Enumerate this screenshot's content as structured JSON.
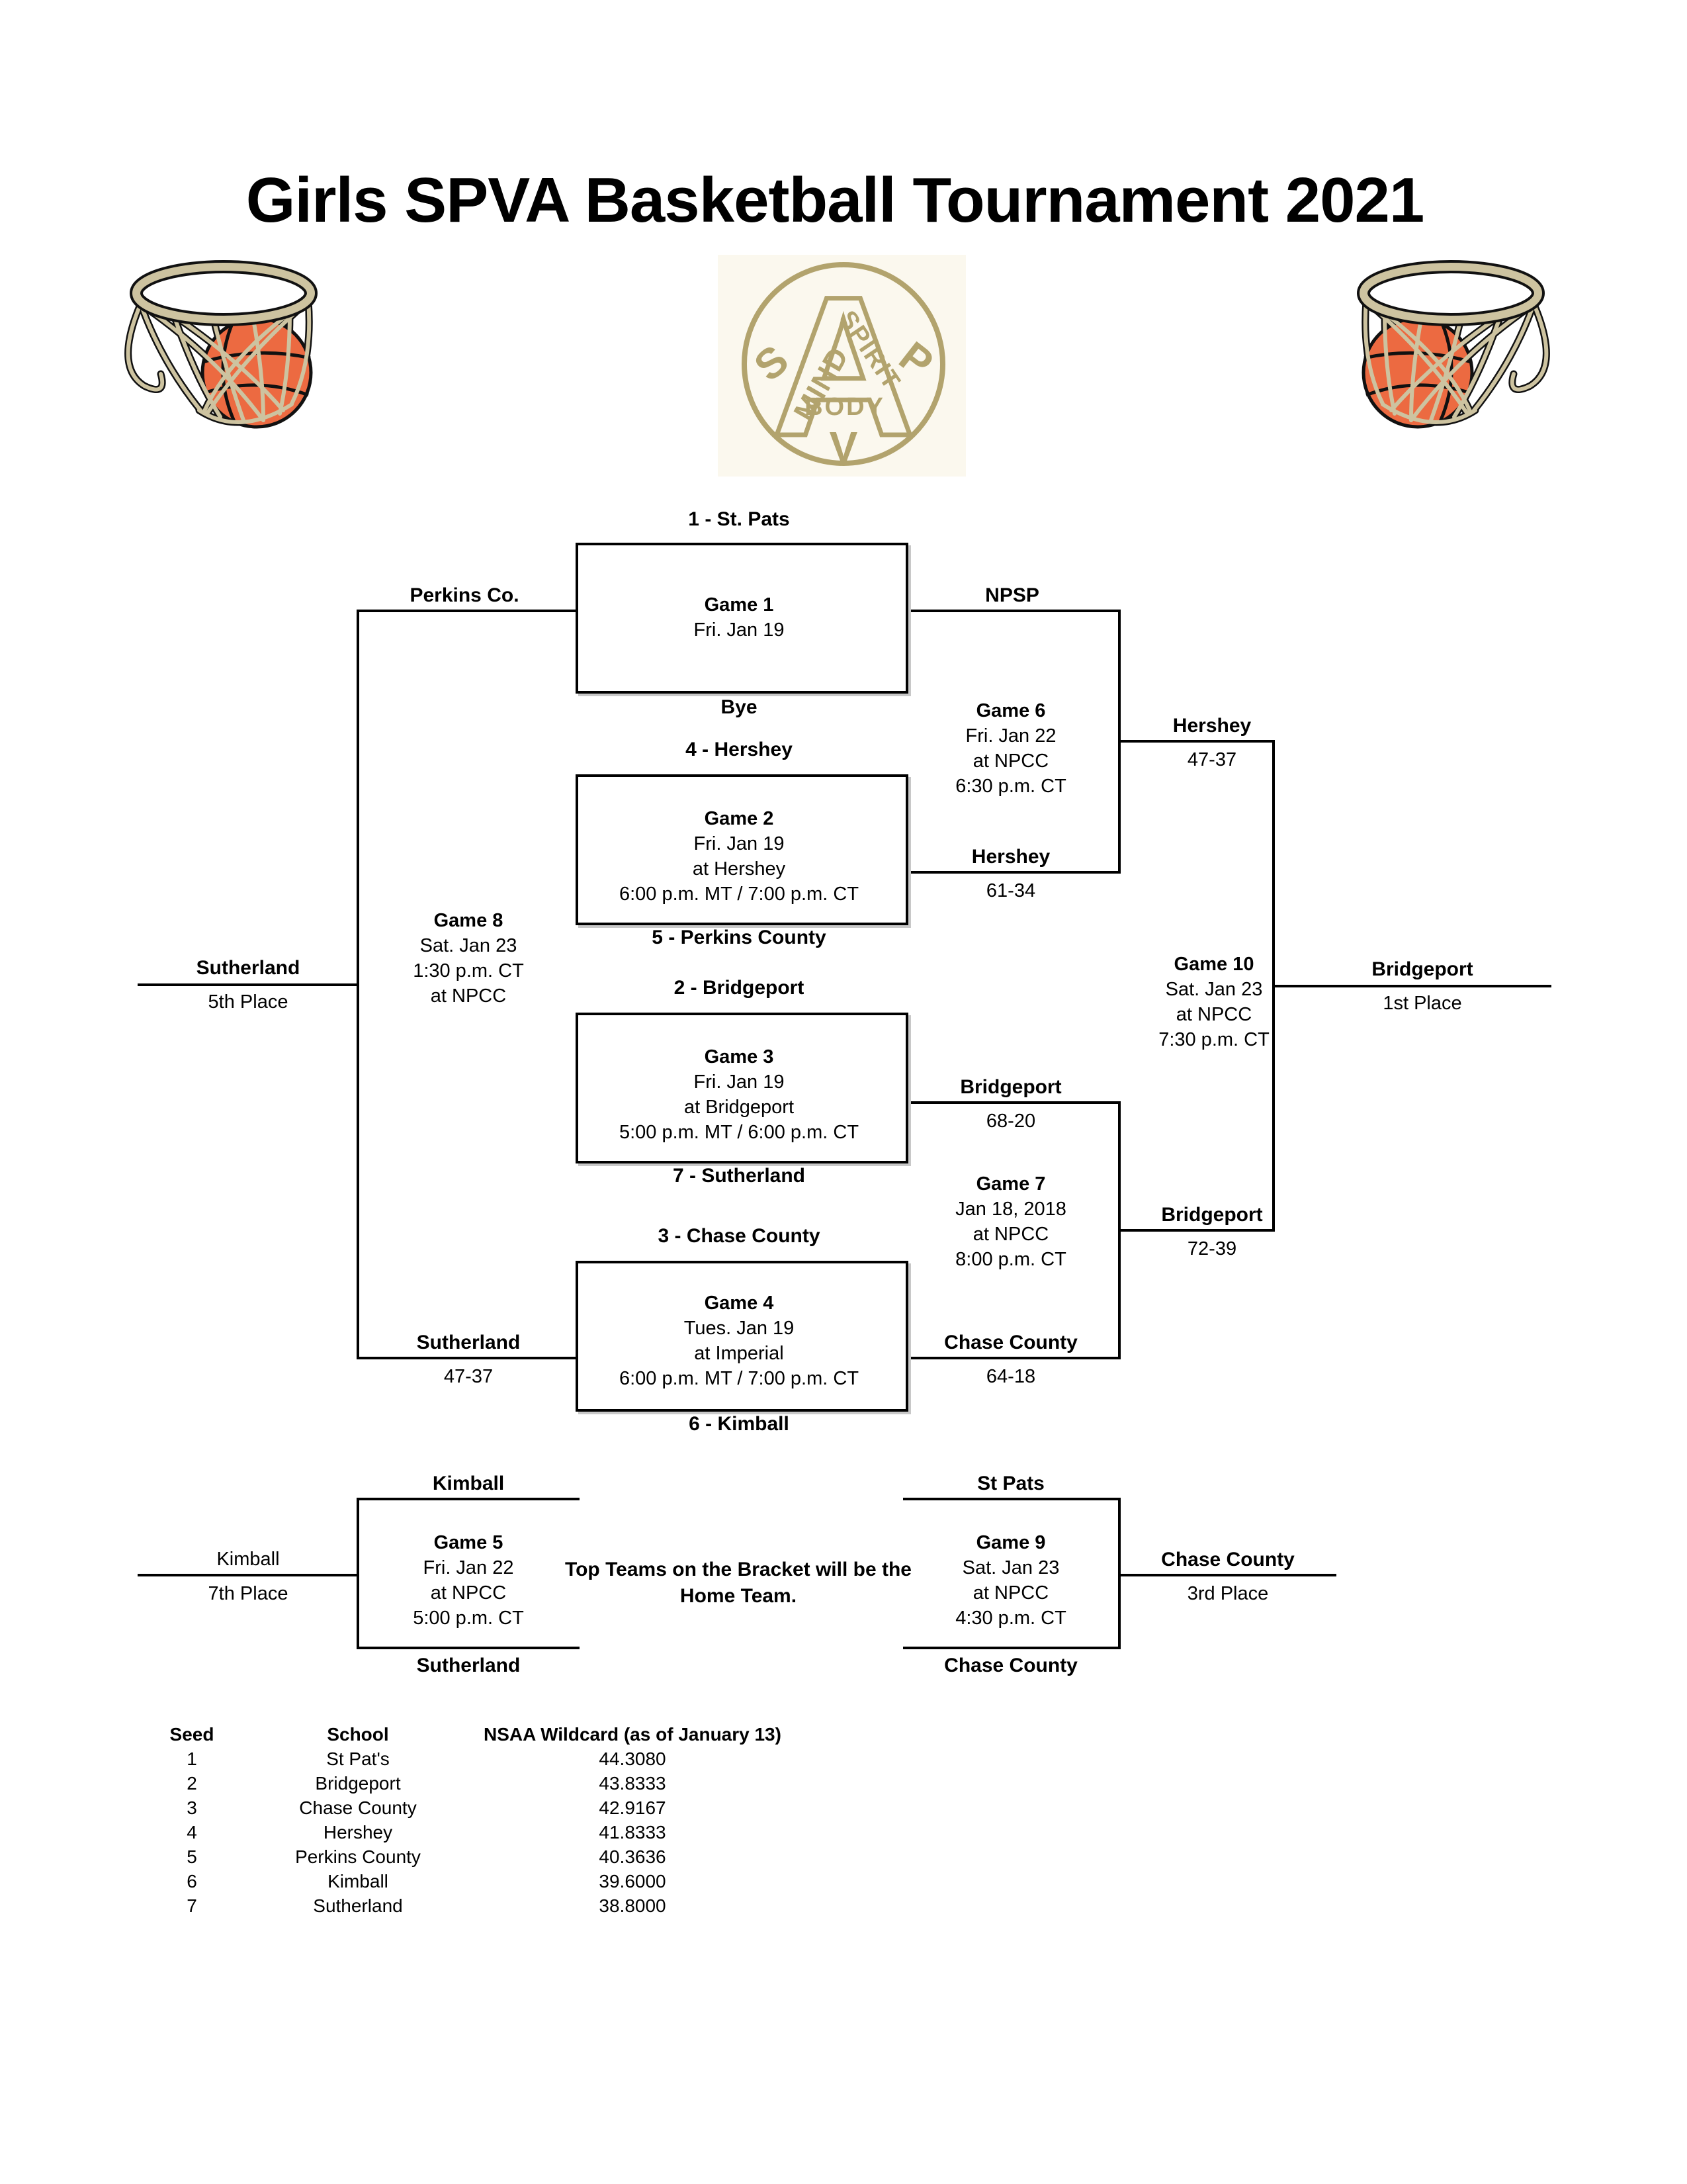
{
  "title": "Girls SPVA Basketball Tournament 2021",
  "logo": {
    "letter_a": "A",
    "letter_s": "S",
    "letter_p": "P",
    "letter_v": "V",
    "word_mind": "MIND",
    "word_spirit": "SPIRIT",
    "word_body": "BODY",
    "gold_color": "#b2a36d",
    "cream_color": "#fbf8ee"
  },
  "art_colors": {
    "ball_orange": "#ec6a41",
    "net_khaki": "#cdc3a0",
    "outline_black": "#111111"
  },
  "seed_labels": {
    "game1_top": "1 - St. Pats",
    "game1_bottom": "Bye",
    "game2_top": "4 - Hershey",
    "game2_bottom": "5 - Perkins County",
    "game3_top": "2 - Bridgeport",
    "game3_bottom": "7 - Sutherland",
    "game4_top": "3 - Chase County",
    "game4_bottom": "6 - Kimball"
  },
  "games": {
    "game1": {
      "rows": [
        "Game 1",
        "Fri. Jan 19"
      ]
    },
    "game2": {
      "rows": [
        "Game 2",
        "Fri. Jan 19",
        "at Hershey",
        "6:00 p.m. MT / 7:00 p.m. CT"
      ]
    },
    "game3": {
      "rows": [
        "Game 3",
        "Fri. Jan 19",
        "at Bridgeport",
        "5:00 p.m. MT / 6:00 p.m. CT"
      ]
    },
    "game4": {
      "rows": [
        "Game 4",
        "Tues. Jan 19",
        "at Imperial",
        "6:00 p.m. MT / 7:00 p.m. CT"
      ]
    },
    "game5": {
      "rows": [
        "Game 5",
        "Fri. Jan 22",
        "at NPCC",
        "5:00 p.m. CT"
      ]
    },
    "game6": {
      "rows": [
        "Game 6",
        "Fri. Jan 22",
        "at NPCC",
        "6:30 p.m. CT"
      ]
    },
    "game7": {
      "rows": [
        "Game 7",
        "Jan 18, 2018",
        "at NPCC",
        "8:00 p.m. CT"
      ]
    },
    "game8": {
      "rows": [
        "Game 8",
        "Sat. Jan 23",
        "1:30 p.m. CT",
        "at NPCC"
      ]
    },
    "game9": {
      "rows": [
        "Game 9",
        "Sat. Jan 23",
        "at NPCC",
        "4:30 p.m. CT"
      ]
    },
    "game10": {
      "rows": [
        "Game 10",
        "Sat. Jan 23",
        "at NPCC",
        "7:30 p.m. CT"
      ]
    }
  },
  "lines": {
    "perkins_feed": {
      "team": "Perkins Co."
    },
    "npsp_feed": {
      "team": "NPSP"
    },
    "game2_winner": {
      "team": "Hershey",
      "sub": "61-34"
    },
    "game3_winner": {
      "team": "Bridgeport",
      "sub": "68-20"
    },
    "game4_winner": {
      "team": "Chase County",
      "sub": "64-18"
    },
    "game6_winner": {
      "team": "Hershey",
      "sub": "47-37"
    },
    "game7_winner": {
      "team": "Bridgeport",
      "sub": "72-39"
    },
    "game8_feed": {
      "team": "Sutherland",
      "sub": "47-37"
    },
    "game8_winner": {
      "team": "Sutherland",
      "sub": "5th Place"
    },
    "game10_winner": {
      "team": "Bridgeport",
      "sub": "1st Place"
    },
    "game5_top": {
      "team": "Kimball"
    },
    "game5_bottom": {
      "team": "Sutherland"
    },
    "game5_result": {
      "team": "Kimball",
      "sub": "7th Place"
    },
    "game9_top": {
      "team": "St Pats"
    },
    "game9_bottom": {
      "team": "Chase County"
    },
    "game9_result": {
      "team": "Chase County",
      "sub": "3rd Place"
    }
  },
  "note": {
    "line1": "Top Teams on the Bracket will be the",
    "line2": "Home Team."
  },
  "standings": {
    "headers": [
      "Seed",
      "School",
      "NSAA Wildcard (as of January 13)"
    ],
    "rows": [
      [
        "1",
        "St Pat's",
        "44.3080"
      ],
      [
        "2",
        "Bridgeport",
        "43.8333"
      ],
      [
        "3",
        "Chase County",
        "42.9167"
      ],
      [
        "4",
        "Hershey",
        "41.8333"
      ],
      [
        "5",
        "Perkins County",
        "40.3636"
      ],
      [
        "6",
        "Kimball",
        "39.6000"
      ],
      [
        "7",
        "Sutherland",
        "38.8000"
      ]
    ]
  }
}
